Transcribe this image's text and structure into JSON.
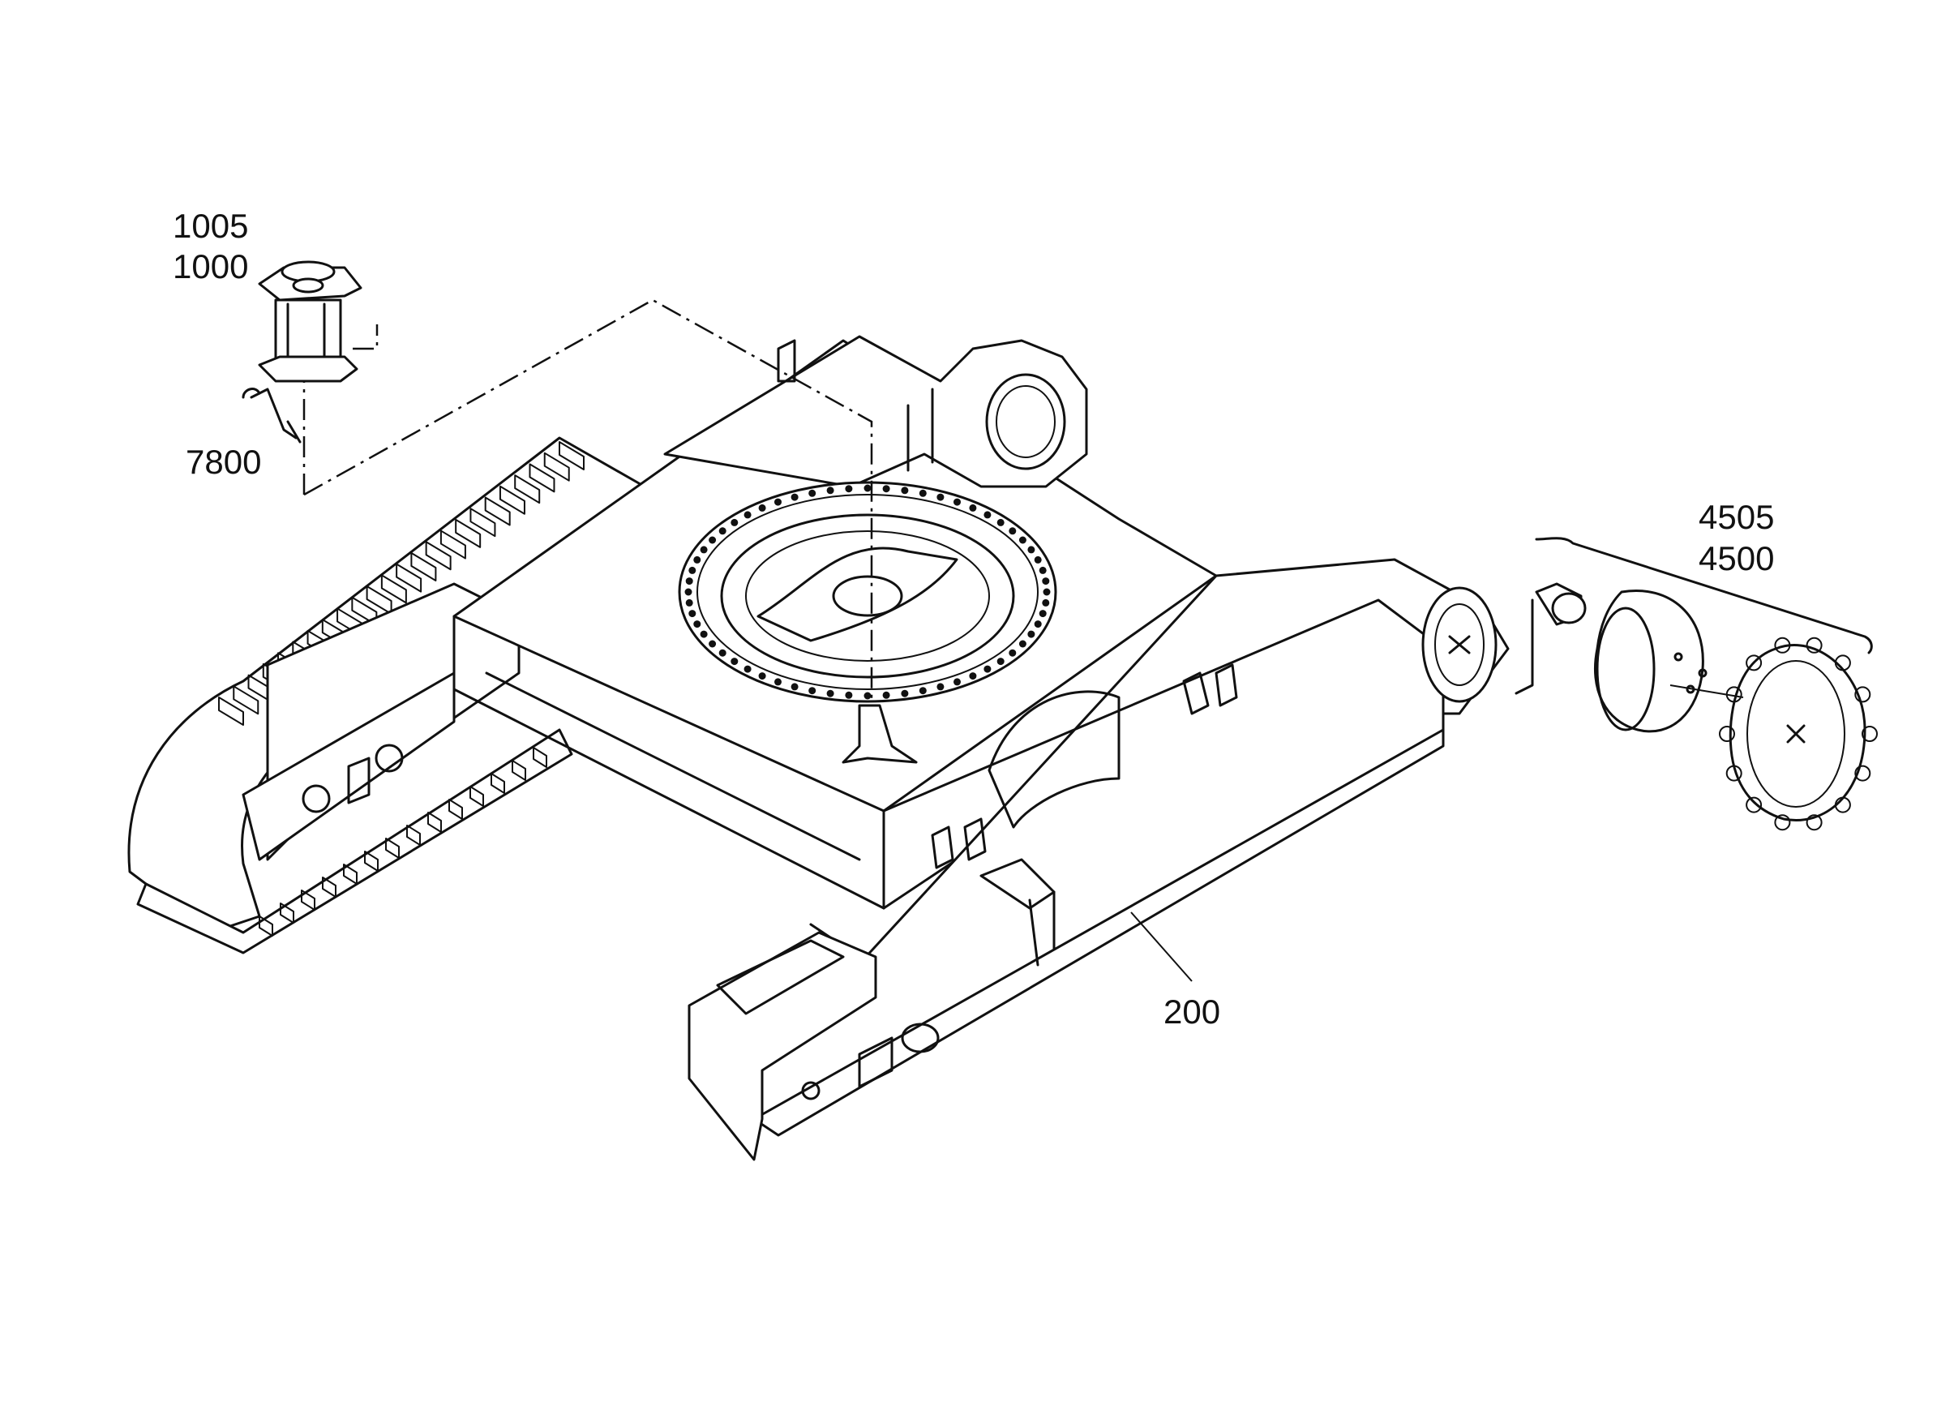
{
  "callouts": {
    "swivel_joint_a": "1005",
    "swivel_joint_b": "1000",
    "elbow_fitting": "7800",
    "undercarriage_frame": "200",
    "travel_drive_a": "4505",
    "travel_drive_b": "4500"
  }
}
